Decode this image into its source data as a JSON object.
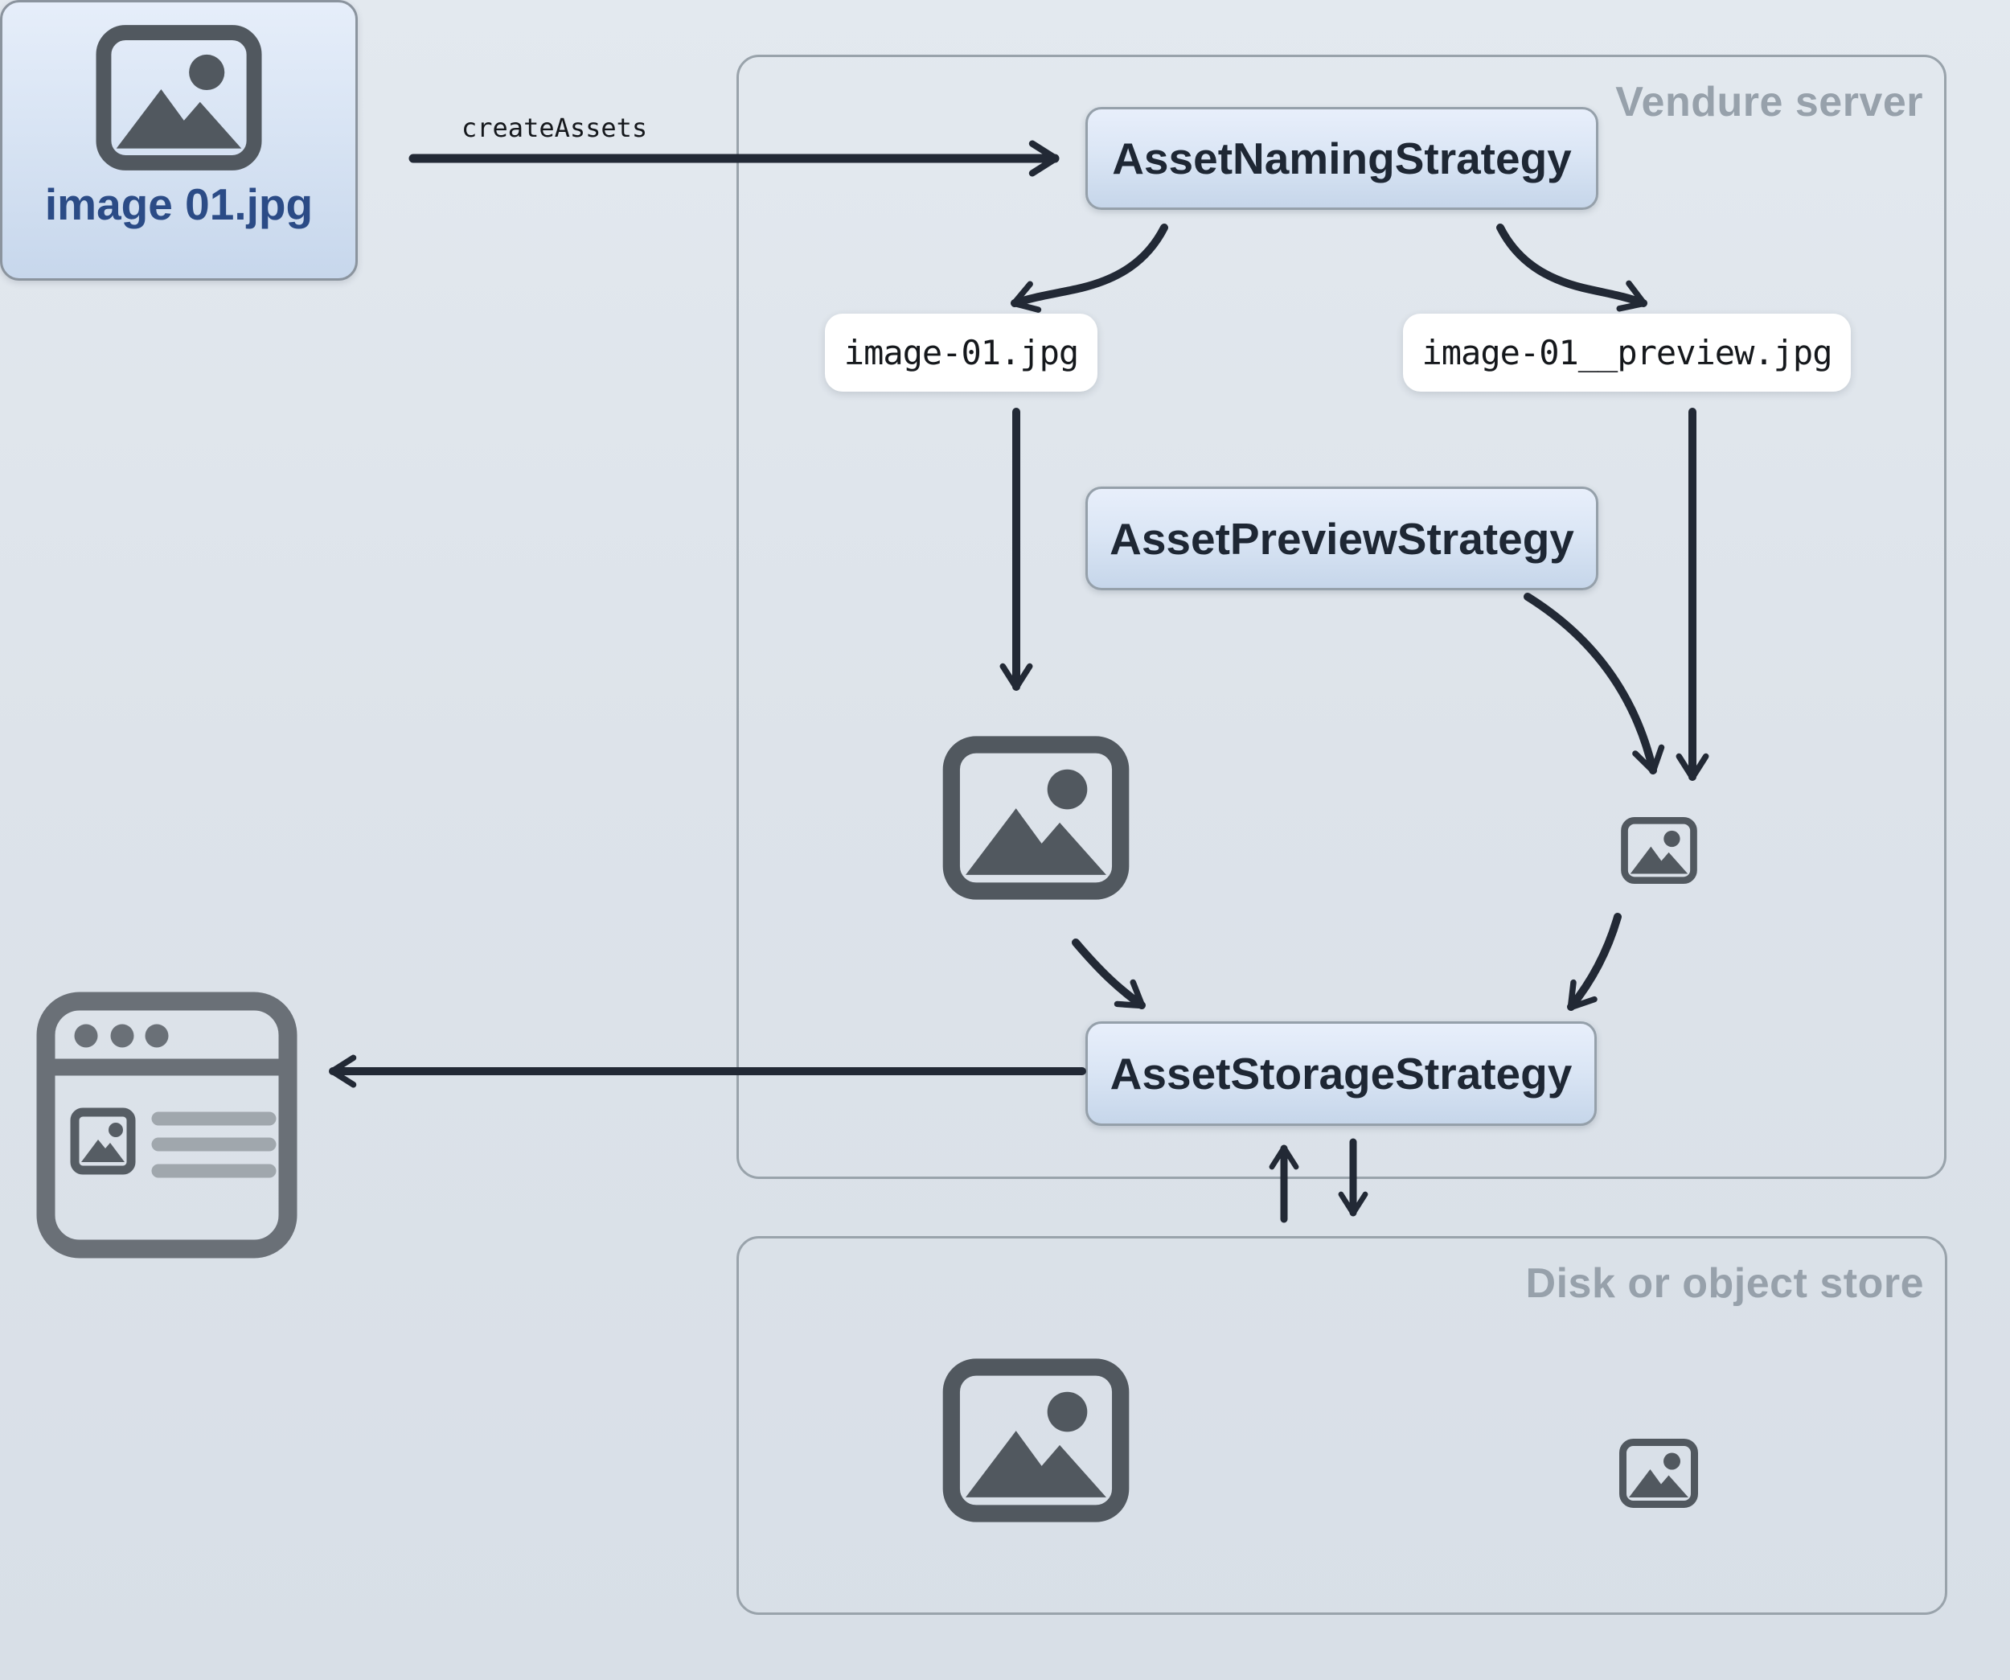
{
  "diagram": {
    "uploaded_file": {
      "label": "image 01.jpg"
    },
    "create_assets_label": "createAssets",
    "server": {
      "title": "Vendure server",
      "naming_strategy": "AssetNamingStrategy",
      "preview_strategy": "AssetPreviewStrategy",
      "storage_strategy": "AssetStorageStrategy",
      "file_original": "image-01.jpg",
      "file_preview": "image-01__preview.jpg"
    },
    "store": {
      "title": "Disk or object store"
    },
    "colors": {
      "background_top": "#e3e9ef",
      "background_bottom": "#d8dfe7",
      "box_gradient_top": "#e8effb",
      "box_gradient_bottom": "#c6d6ea",
      "box_border": "#95a0aa",
      "box_text": "#1e2734",
      "file_label": "#2b4b86",
      "pill_bg": "#ffffff",
      "pill_text": "#15181c",
      "arrow": "#222935",
      "zone_border": "#99a3ab",
      "zone_label": "#97a1ab",
      "icon": "#51585f",
      "browser_icon": "#6a7077",
      "browser_line": "#a0a7ad"
    }
  }
}
